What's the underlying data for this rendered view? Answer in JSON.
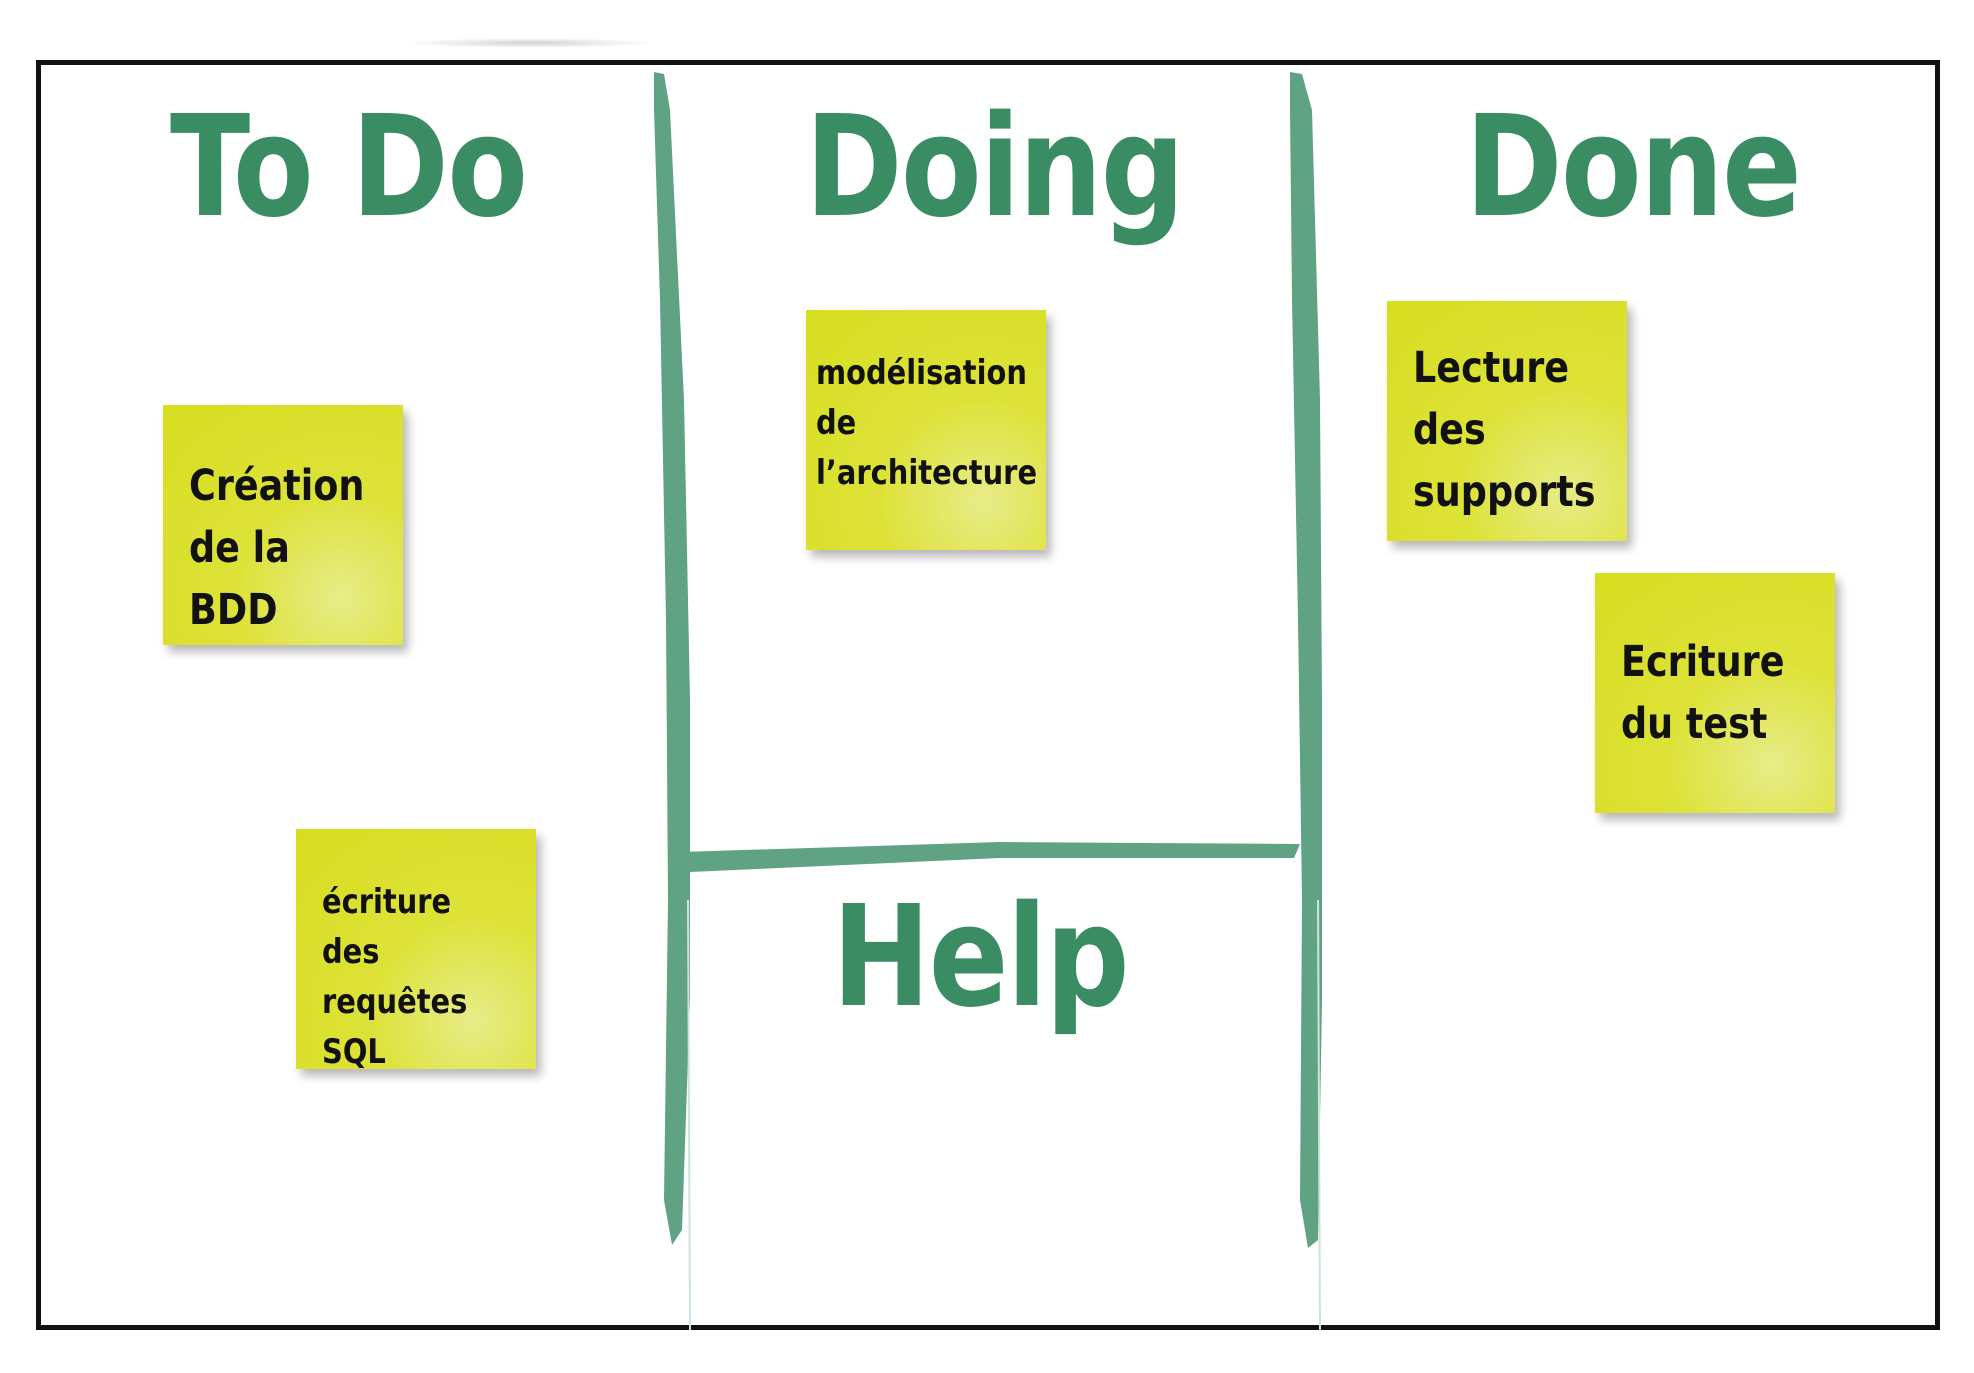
{
  "board": {
    "columns": [
      {
        "id": "todo",
        "title": "To Do"
      },
      {
        "id": "doing",
        "title": "Doing"
      },
      {
        "id": "done",
        "title": "Done"
      }
    ],
    "help_title": "Help",
    "colors": {
      "heading": "#3a8c63",
      "divider": "#5fa384",
      "note": "#d7de1f",
      "border": "#111111"
    }
  },
  "notes": [
    {
      "column": "todo",
      "text": "Création\nde la BDD"
    },
    {
      "column": "todo",
      "text": "écriture\ndes\nrequêtes SQL"
    },
    {
      "column": "doing",
      "text": "modélisation\nde\nl’architecture"
    },
    {
      "column": "done",
      "text": "Lecture\ndes\nsupports"
    },
    {
      "column": "done",
      "text": "Ecriture\ndu test"
    }
  ]
}
